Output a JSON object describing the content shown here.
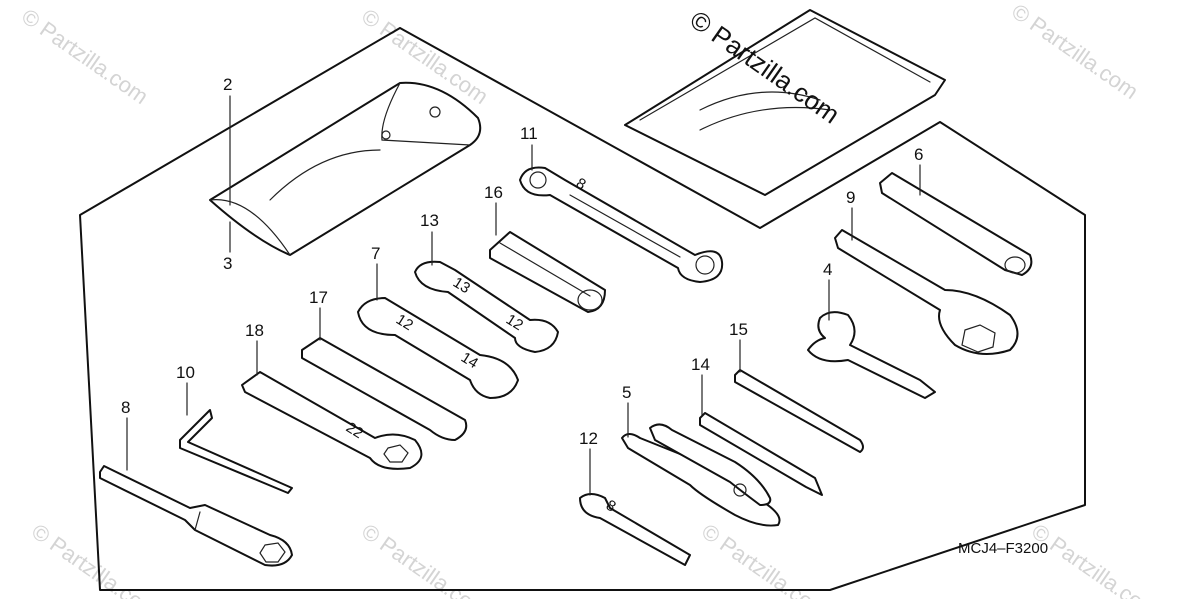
{
  "diagram_code": "MCJ4–F3200",
  "watermark": {
    "brand": "© Partzilla.com",
    "center": "© Partzilla.com"
  },
  "callouts": {
    "p2": "2",
    "p3": "3",
    "p11": "11",
    "p16": "16",
    "p13": "13",
    "p7": "7",
    "p17": "17",
    "p18": "18",
    "p10": "10",
    "p8": "8",
    "p6": "6",
    "p9": "9",
    "p4": "4",
    "p15": "15",
    "p14": "14",
    "p5": "5",
    "p12": "12"
  },
  "stamps": {
    "w13a": "13",
    "w13b": "12",
    "w11": "8",
    "w7a": "12",
    "w7b": "14",
    "w18": "22",
    "w12": "8"
  }
}
